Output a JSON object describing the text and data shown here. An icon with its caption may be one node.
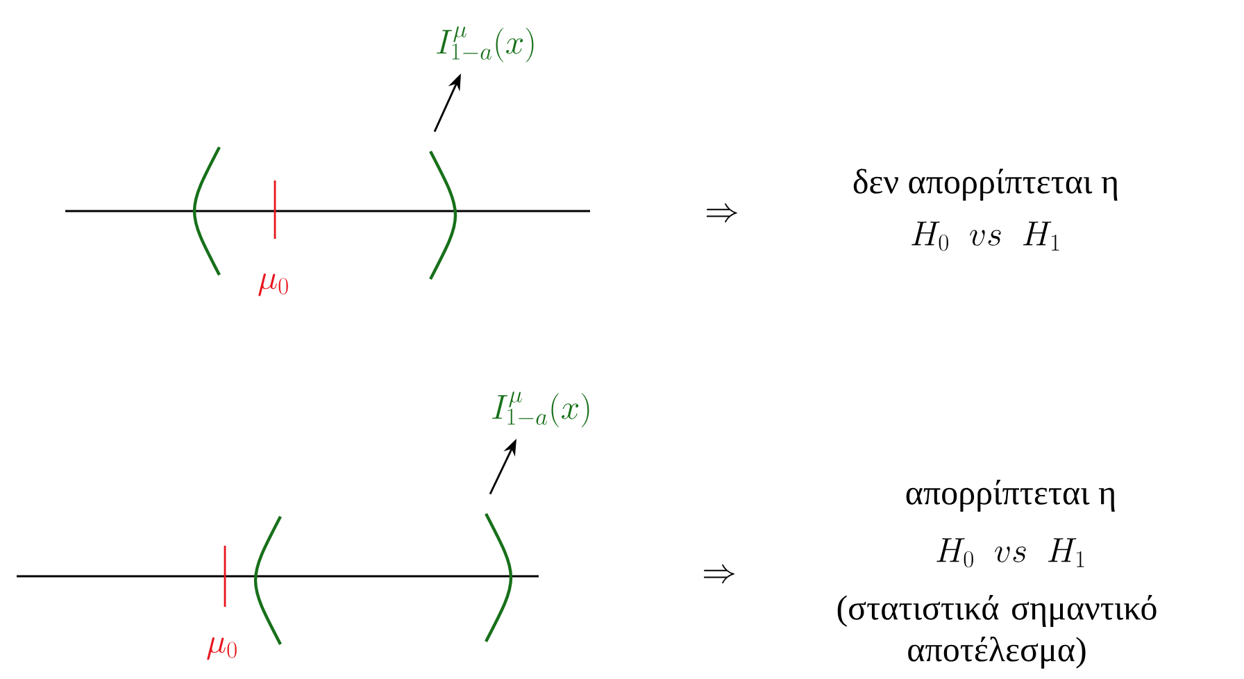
{
  "diagram": {
    "nodes": [
      {
        "text": [
          "I^{\\mu}_{1-a}(x)"
        ]
      },
      {
        "text": [],
        "shape": "arc"
      },
      {
        "text": [],
        "shape": "arc"
      },
      {
        "text": [
          "I^{\\mu}_{1-a}(x)"
        ]
      },
      {
        "text": [],
        "shape": "arc"
      },
      {
        "text": [],
        "shape": "arc"
      }
    ],
    "edges": [
      {
        "from": 2,
        "to": 0,
        "arrow": "to"
      },
      {
        "from": 5,
        "to": 3,
        "arrow": "to"
      }
    ],
    "labels": [
      "\\Rightarrow",
      "δεν απορρίπτεται η",
      "H_0 \\;\\; vs \\;\\; H_1",
      "\\mu_0",
      "\\Rightarrow",
      "απορρίπτεται η",
      "H_0 \\;\\; vs \\;\\; H_1",
      "(στατιστικά σημαντικό αποτέλεσμα)",
      "\\mu_0"
    ]
  }
}
